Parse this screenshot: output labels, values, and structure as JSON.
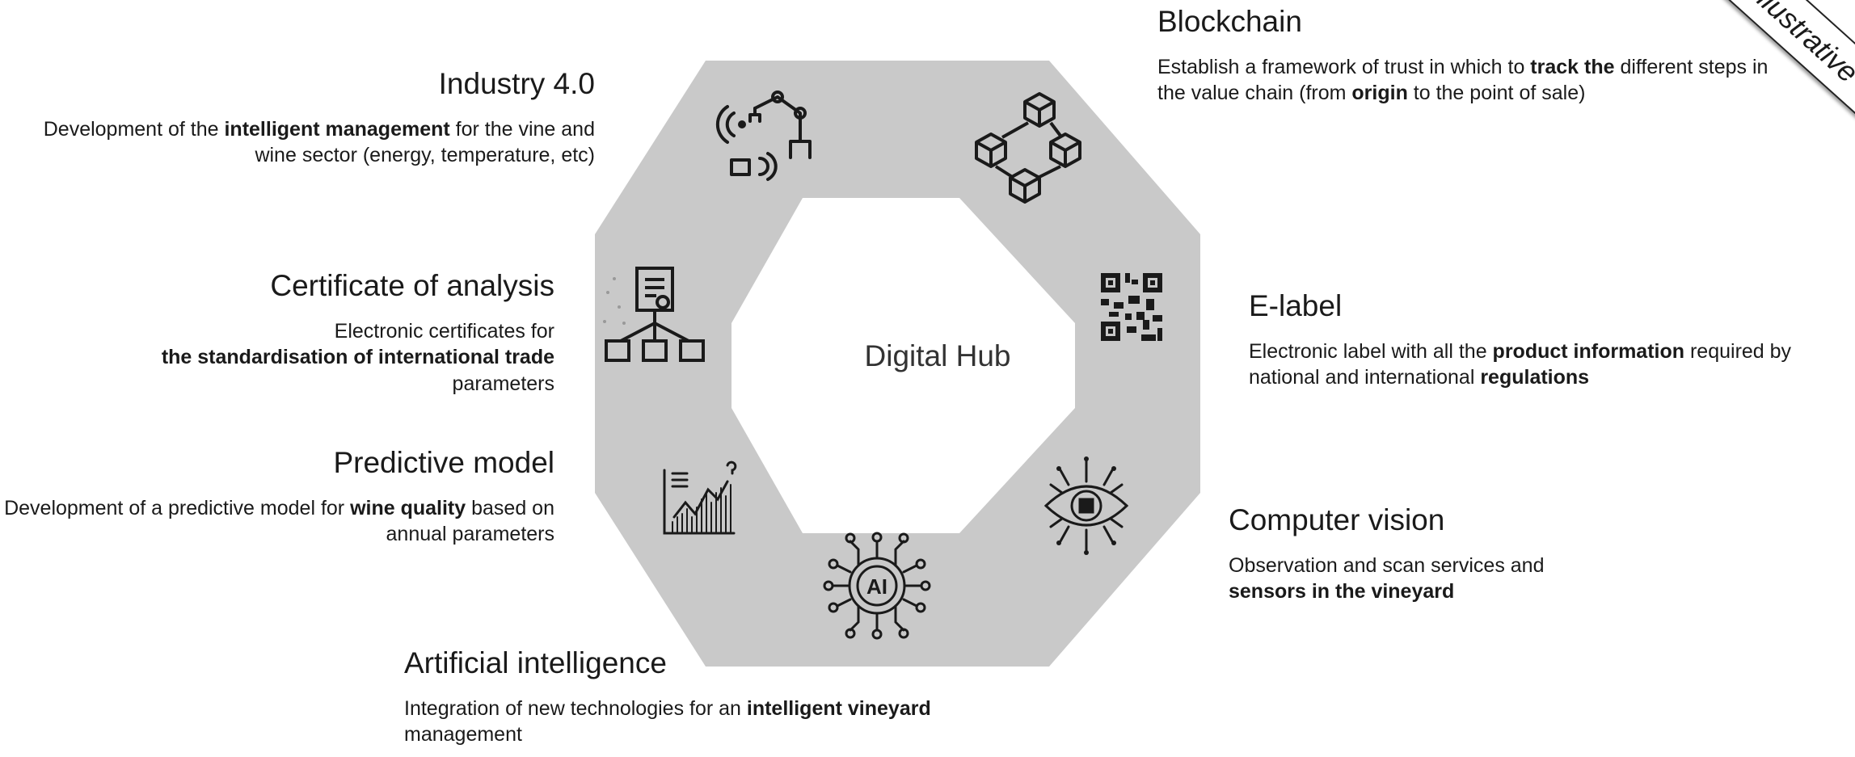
{
  "hub": {
    "label": "Digital Hub",
    "fill_color": "#c9c9c9",
    "icon_color": "#1a1a1a"
  },
  "badge": {
    "label": "Illustrative"
  },
  "sections": {
    "industry": {
      "title": "Industry 4.0",
      "d1": "Development of the ",
      "b1": "intelligent management",
      "d2": " for the vine and wine sector (energy, temperature, etc)",
      "icon": "robot-arm-icon"
    },
    "blockchain": {
      "title": "Blockchain",
      "d1": "Establish a framework of trust in which to ",
      "b1": "track the",
      "d2": " different steps in the value chain (from ",
      "b2": "origin",
      "d3": " to the point of sale)",
      "icon": "blockchain-cubes-icon"
    },
    "certificate": {
      "title": "Certificate of analysis",
      "d1": "Electronic certificates for",
      "b1": "the standardisation of international trade",
      "d2": "parameters",
      "icon": "certificate-hierarchy-icon"
    },
    "elabel": {
      "title": "E-label",
      "d1": "Electronic label with all the ",
      "b1": "product information",
      "d2": " required by national and international ",
      "b2": "regulations",
      "icon": "qr-code-icon"
    },
    "predictive": {
      "title": "Predictive model",
      "d1": "Development of a predictive model for ",
      "b1": "wine quality",
      "d2": " based on annual parameters",
      "icon": "chart-trend-icon"
    },
    "vision": {
      "title": "Computer vision",
      "d1": "Observation and scan services and",
      "b1": "sensors in the vineyard",
      "icon": "eye-chip-icon"
    },
    "ai": {
      "title": "Artificial intelligence",
      "d1": "Integration of new technologies for an ",
      "b1": "intelligent vineyard",
      "d2": " management",
      "icon": "ai-chip-icon"
    }
  }
}
